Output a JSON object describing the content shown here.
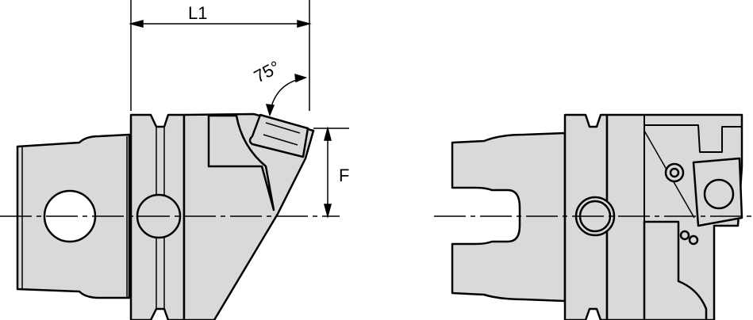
{
  "dimensions": {
    "length_label": "L1",
    "angle_label": "75°",
    "offset_label": "F"
  },
  "colors": {
    "body": "#d9d9d9",
    "line": "#000000"
  }
}
